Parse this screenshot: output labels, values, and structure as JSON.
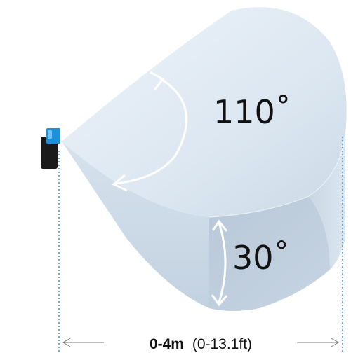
{
  "diagram": {
    "horizontal_angle_label": "110˚",
    "vertical_angle_label": "30˚",
    "range": {
      "primary": "0-4m",
      "secondary": "(0-13.1ft)"
    },
    "colors": {
      "cone_top": "#dde8f2",
      "cone_side": "#cfdbe7",
      "cone_front": "#b8c7d6",
      "sensor_body": "#1a1a1a",
      "sensor_lens": "#1e90d8",
      "dotted_line": "#3a8fd0",
      "arrow": "#ffffff"
    }
  }
}
